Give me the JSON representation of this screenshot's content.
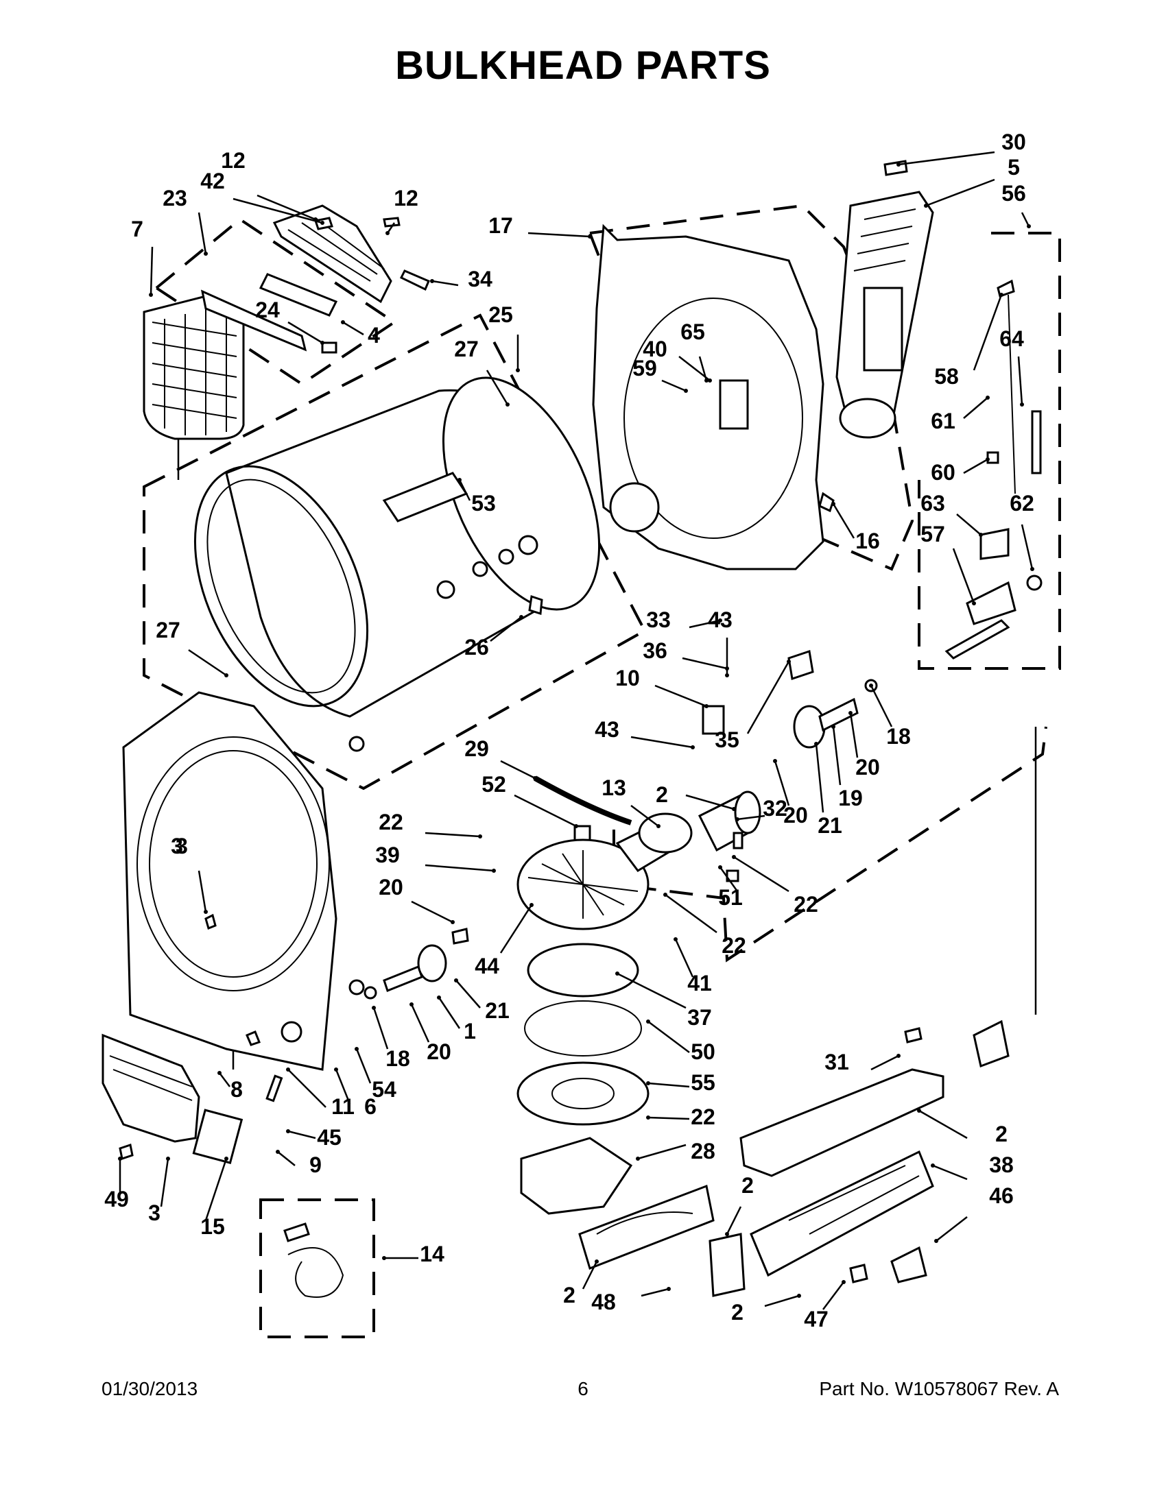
{
  "page_title": "BULKHEAD PARTS",
  "footer": {
    "date": "01/30/2013",
    "page_number": "6",
    "part_number": "Part No.  W10578067  Rev.  A"
  },
  "callouts": [
    "12",
    "42",
    "23",
    "7",
    "12",
    "34",
    "24",
    "4",
    "25",
    "27",
    "53",
    "26",
    "27",
    "3",
    "17",
    "30",
    "5",
    "56",
    "58",
    "64",
    "40",
    "65",
    "59",
    "61",
    "60",
    "63",
    "62",
    "57",
    "16",
    "33",
    "43",
    "36",
    "10",
    "43",
    "35",
    "18",
    "20",
    "19",
    "21",
    "20",
    "29",
    "13",
    "52",
    "2",
    "32",
    "22",
    "39",
    "20",
    "3",
    "51",
    "22",
    "22",
    "44",
    "41",
    "37",
    "21",
    "1",
    "20",
    "18",
    "54",
    "6",
    "8",
    "11",
    "50",
    "55",
    "22",
    "28",
    "45",
    "9",
    "3",
    "15",
    "49",
    "14",
    "2",
    "2",
    "48",
    "2",
    "47",
    "31",
    "46",
    "38",
    "2"
  ]
}
